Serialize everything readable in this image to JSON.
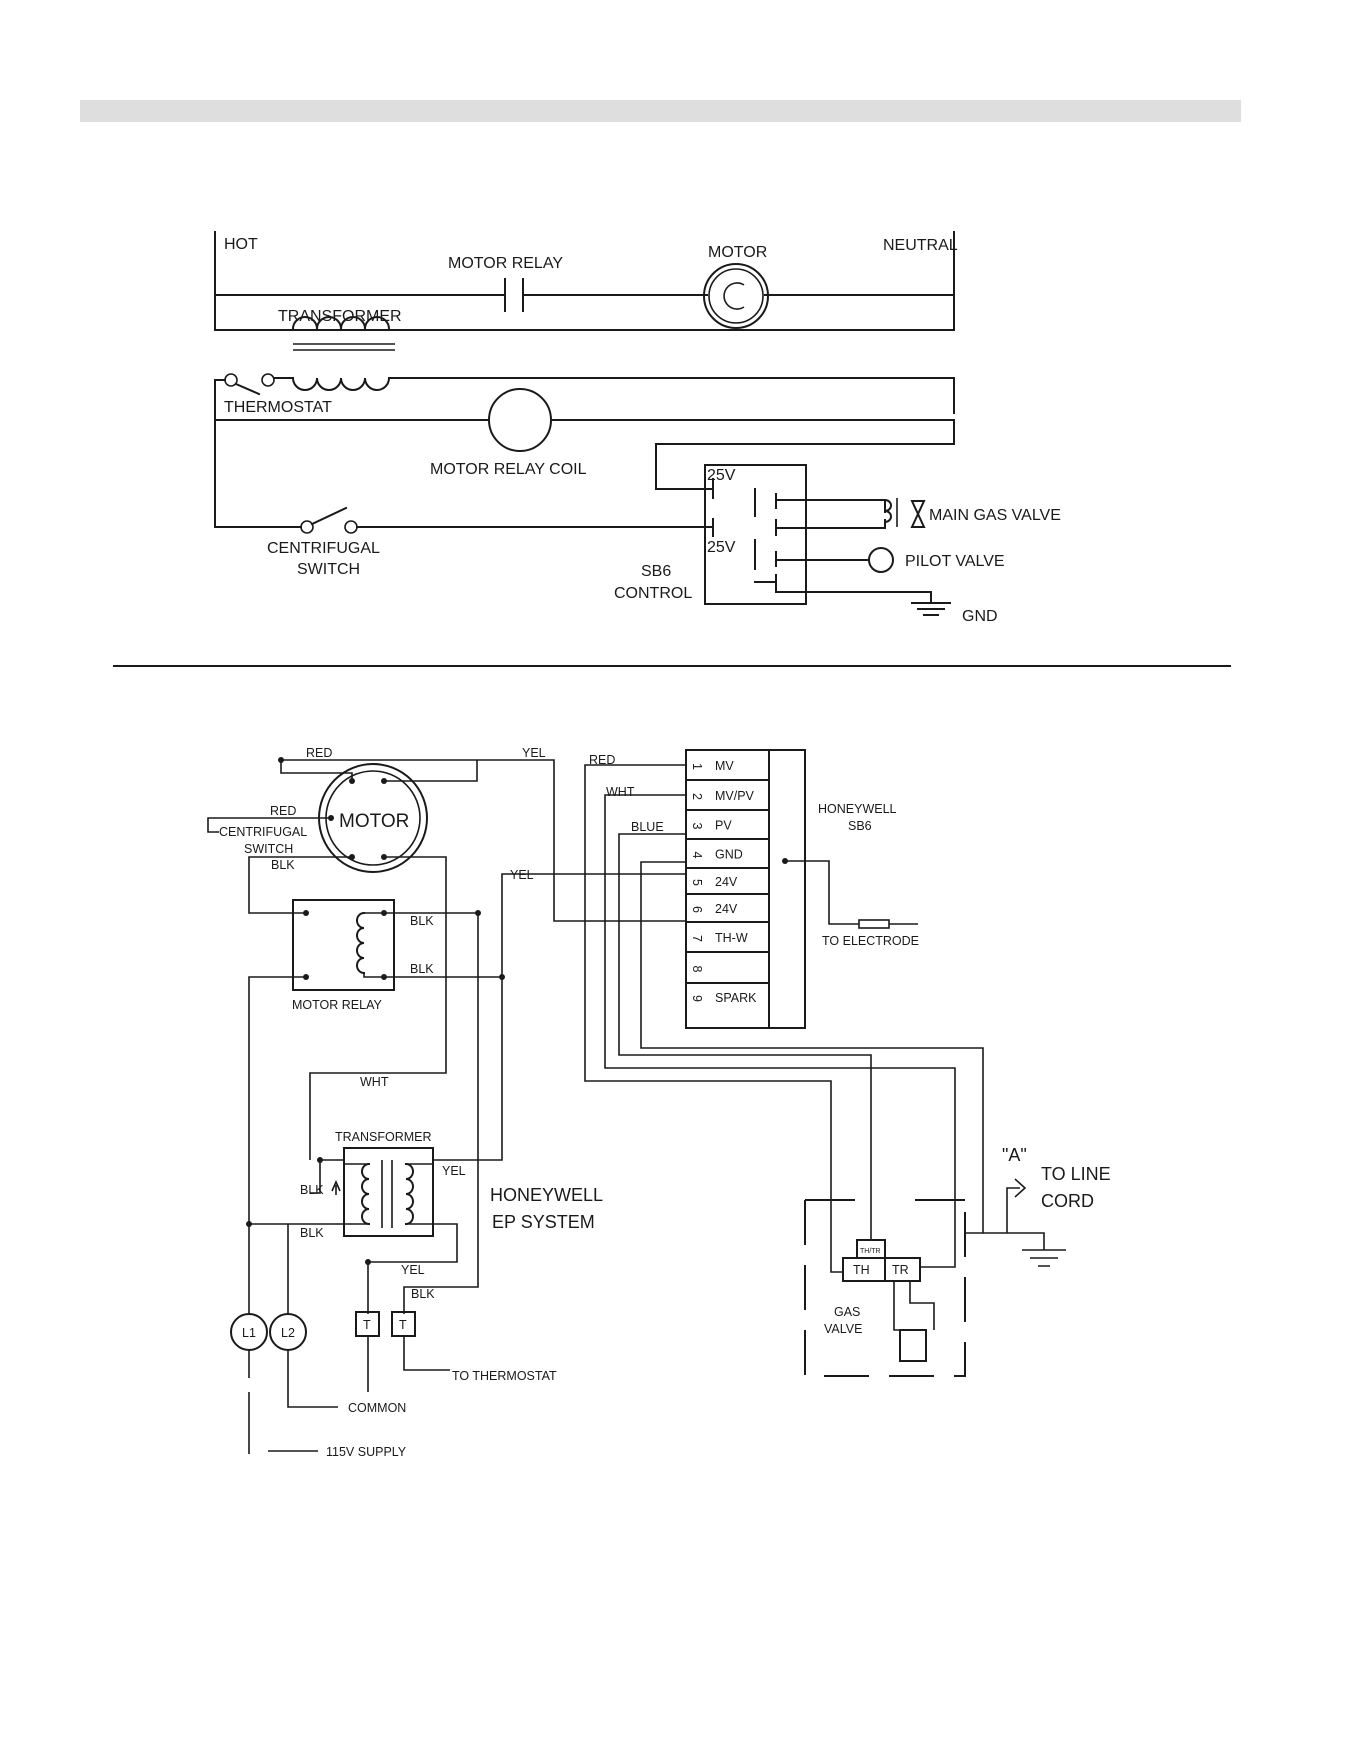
{
  "ladder": {
    "hot": "HOT",
    "neutral": "NEUTRAL",
    "motor_relay": "MOTOR RELAY",
    "motor": "MOTOR",
    "transformer": "TRANSFORMER",
    "thermostat": "THERMOSTAT",
    "motor_relay_coil": "MOTOR RELAY COIL",
    "centrifugal_switch_1": "CENTRIFUGAL",
    "centrifugal_switch_2": "SWITCH",
    "v_top": "25V",
    "v_bottom": "25V",
    "sb6_1": "SB6",
    "sb6_2": "CONTROL",
    "main_gas_valve": "MAIN GAS VALVE",
    "pilot_valve": "PILOT VALVE",
    "gnd": "GND"
  },
  "wiring": {
    "red_top": "RED",
    "yel_top": "YEL",
    "red_left": "RED",
    "centrifugal_1": "CENTRIFUGAL",
    "centrifugal_2": "SWITCH",
    "blk_motor": "BLK",
    "motor": "MOTOR",
    "yel_mid": "YEL",
    "blk_relay_1": "BLK",
    "blk_relay_2": "BLK",
    "motor_relay": "MOTOR RELAY",
    "wht": "WHT",
    "transformer": "TRANSFORMER",
    "blk_tr_1": "BLK",
    "blk_tr_2": "BLK",
    "yel_tr": "YEL",
    "yel_lower": "YEL",
    "blk_lower": "BLK",
    "honeywell_ep_1": "HONEYWELL",
    "honeywell_ep_2": "EP SYSTEM",
    "l1": "L1",
    "l2": "L2",
    "t1": "T",
    "t2": "T",
    "to_thermostat": "TO THERMOSTAT",
    "common": "COMMON",
    "supply": "115V SUPPLY",
    "red_sb6": "RED",
    "wht_sb6": "WHT",
    "blue_sb6": "BLUE",
    "honeywell_sb6_1": "HONEYWELL",
    "honeywell_sb6_2": "SB6",
    "to_electrode": "TO ELECTRODE",
    "a_mark": "\"A\"",
    "line_cord_1": "TO LINE",
    "line_cord_2": "CORD",
    "thtr": "TH/TR",
    "th": "TH",
    "tr": "TR",
    "gas_valve_1": "GAS",
    "gas_valve_2": "VALVE"
  },
  "terminals": [
    {
      "num": "1",
      "label": "MV"
    },
    {
      "num": "2",
      "label": "MV/PV"
    },
    {
      "num": "3",
      "label": "PV"
    },
    {
      "num": "4",
      "label": "GND"
    },
    {
      "num": "5",
      "label": "24V"
    },
    {
      "num": "6",
      "label": "24V"
    },
    {
      "num": "7",
      "label": "TH-W"
    },
    {
      "num": "8",
      "label": ""
    },
    {
      "num": "9",
      "label": "SPARK"
    }
  ]
}
